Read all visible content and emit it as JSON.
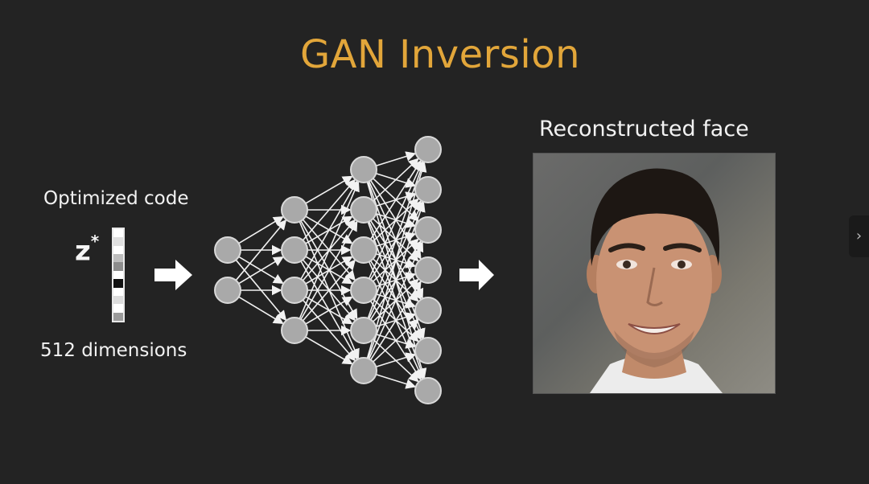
{
  "slide": {
    "title": "GAN Inversion",
    "code_label": "Optimized code",
    "latent_symbol": "z",
    "latent_superscript": "*",
    "dimensions_label": "512 dimensions",
    "output_label": "Reconstructed face"
  },
  "latent_vector_shades": [
    "#ffffff",
    "#e0e0e0",
    "#ffffff",
    "#bdbdbd",
    "#8c8c8c",
    "#ffffff",
    "#111111",
    "#ffffff",
    "#dcdcdc",
    "#ffffff",
    "#9a9a9a"
  ],
  "network": {
    "layers": [
      2,
      4,
      6,
      7
    ],
    "node_color": "#a9a9a9",
    "node_stroke": "#d9d9d9",
    "edge_color": "#f2f2f2"
  },
  "colors": {
    "background": "#232323",
    "title": "#e2a63a",
    "text": "#f2f2f2"
  },
  "icons": {
    "arrow": "right-arrow-icon",
    "side_tab": "chevron-right-icon"
  }
}
